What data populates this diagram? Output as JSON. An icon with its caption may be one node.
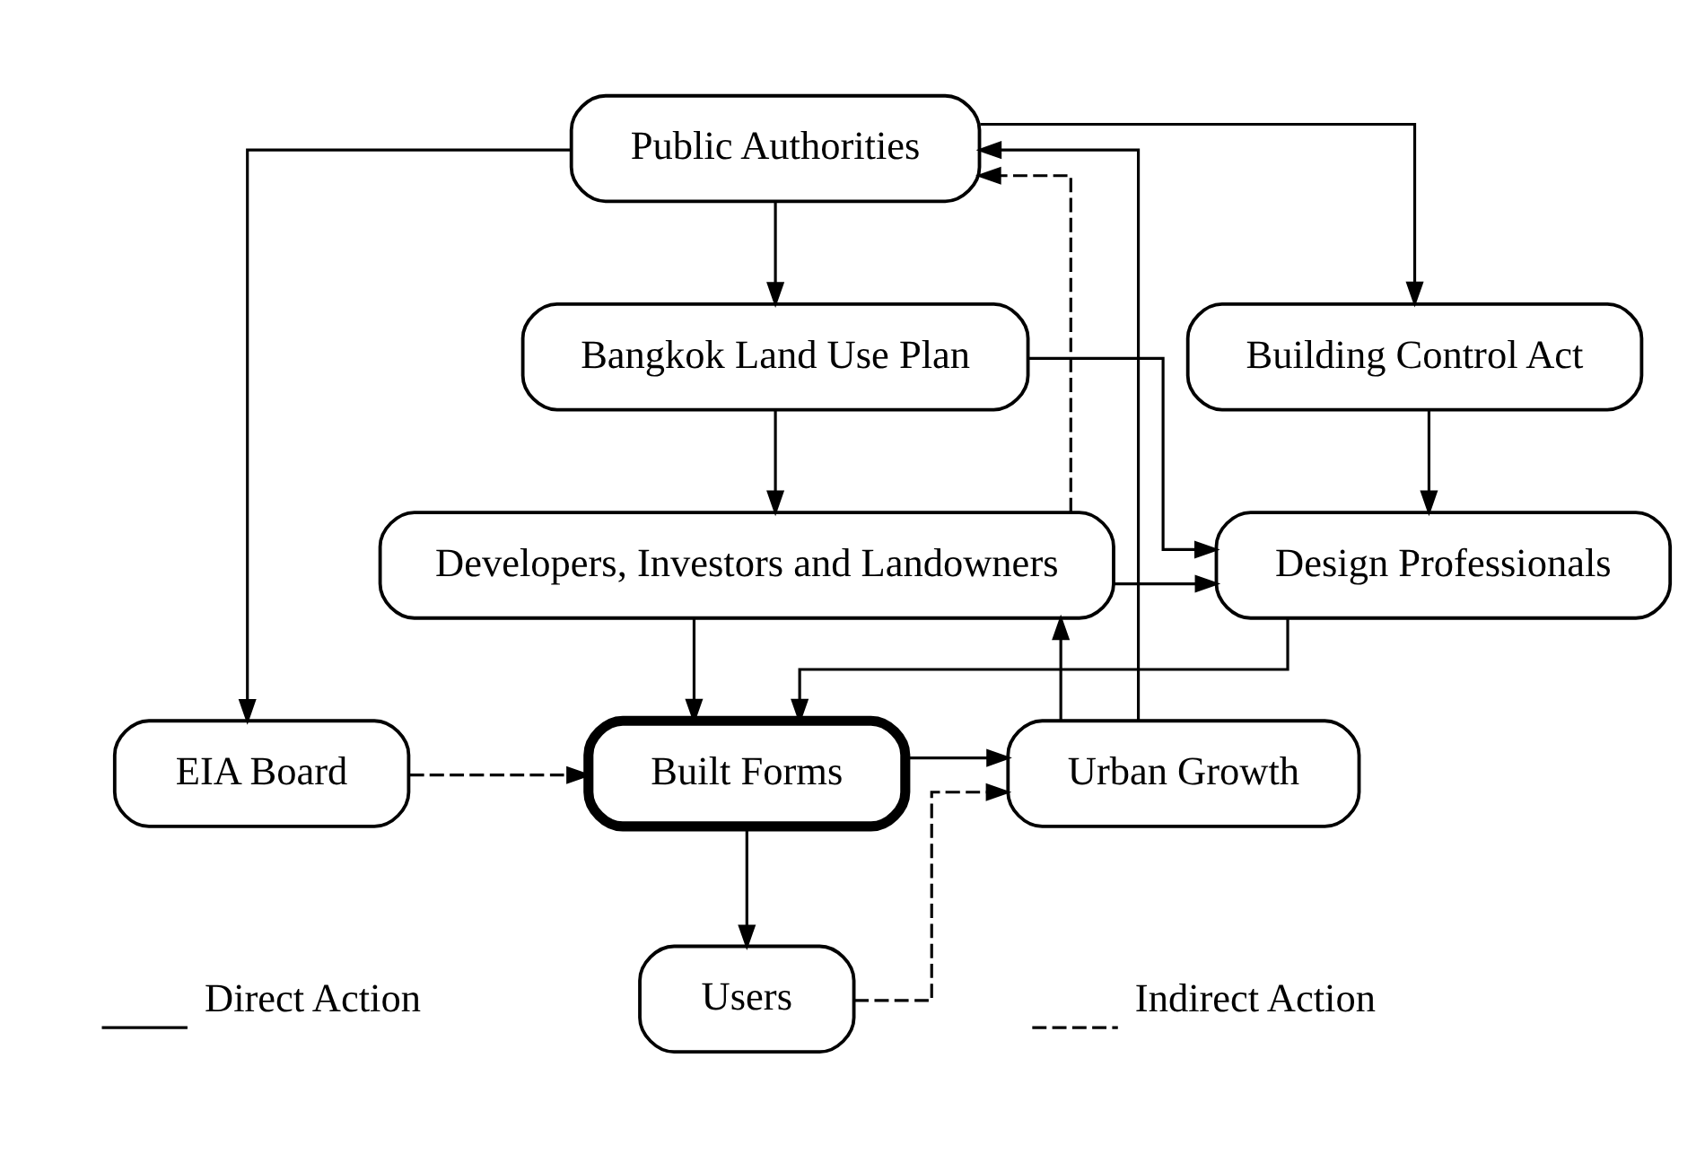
{
  "diagram": {
    "nodes": [
      {
        "text": [
          "Public Authorities"
        ]
      },
      {
        "text": [
          "Building Control Act"
        ]
      },
      {
        "text": [
          "Bangkok Land Use Plan"
        ]
      },
      {
        "text": [
          "Design Professionals"
        ]
      },
      {
        "text": [
          "Developers, Investors and Landowners"
        ]
      },
      {
        "text": [
          "EIA Board"
        ]
      },
      {
        "text": [
          "Built Forms"
        ]
      },
      {
        "text": [
          "Urban Growth"
        ]
      },
      {
        "text": [
          "Users"
        ]
      }
    ],
    "edges": [
      {
        "from": 0,
        "to": 1,
        "arrow": "to"
      },
      {
        "from": 0,
        "to": 2,
        "arrow": "to"
      },
      {
        "from": 0,
        "to": 5,
        "arrow": "to"
      },
      {
        "from": 1,
        "to": 3,
        "arrow": "to"
      },
      {
        "from": 2,
        "to": 3,
        "arrow": "to"
      },
      {
        "from": 2,
        "to": 4,
        "arrow": "to"
      },
      {
        "from": 4,
        "to": 3,
        "arrow": "to"
      },
      {
        "from": 3,
        "to": 6,
        "arrow": "to"
      },
      {
        "from": 4,
        "to": 6,
        "arrow": "to"
      },
      {
        "from": 5,
        "to": 6,
        "arrow": "to",
        "style": "dashed"
      },
      {
        "from": 6,
        "to": 7,
        "arrow": "to"
      },
      {
        "from": 6,
        "to": 8,
        "arrow": "to"
      },
      {
        "from": 7,
        "to": 0,
        "arrow": "to"
      },
      {
        "from": 7,
        "to": 4,
        "arrow": "to"
      },
      {
        "from": 4,
        "to": 0,
        "arrow": "to",
        "style": "dashed"
      },
      {
        "from": 8,
        "to": 7,
        "arrow": "to",
        "style": "dashed"
      }
    ],
    "legend": [
      {
        "text": "Direct Action"
      },
      {
        "text": "Indirect Action"
      }
    ]
  }
}
